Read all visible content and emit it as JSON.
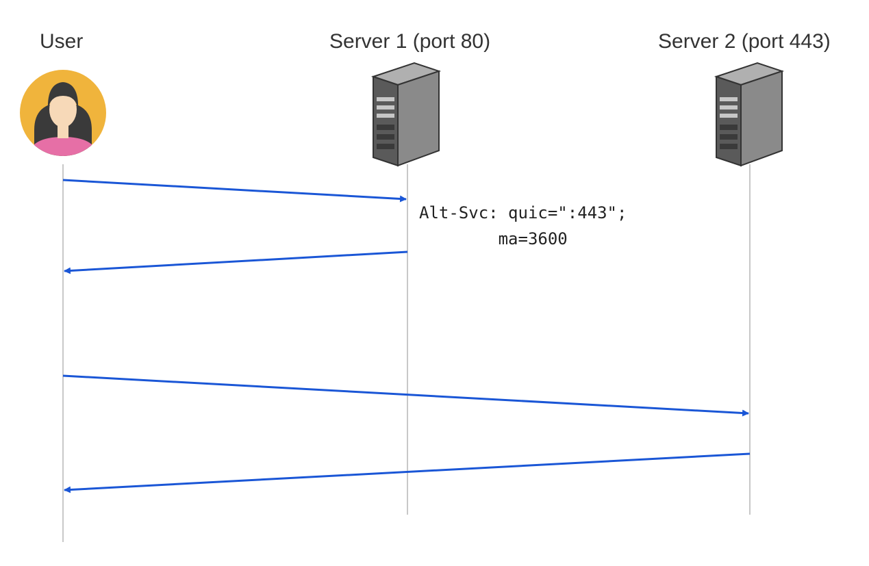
{
  "diagram": {
    "actors": [
      {
        "id": "user",
        "label": "User",
        "icon": "user-avatar-icon"
      },
      {
        "id": "server1",
        "label": "Server 1 (port 80)",
        "icon": "server-tower-icon"
      },
      {
        "id": "server2",
        "label": "Server 2 (port 443)",
        "icon": "server-tower-icon"
      }
    ],
    "messages": [
      {
        "from": "user",
        "to": "server1",
        "text": ""
      },
      {
        "from": "server1",
        "to": "user",
        "text": ""
      },
      {
        "from": "user",
        "to": "server2",
        "text": ""
      },
      {
        "from": "server2",
        "to": "user",
        "text": ""
      }
    ],
    "annotation": {
      "line1": "Alt-Svc: quic=\":443\";",
      "line2": "        ma=3600"
    },
    "colors": {
      "arrow": "#1a56d6",
      "lifeline": "#c8c8c8",
      "avatar_bg": "#f0b43c",
      "avatar_shirt": "#e66fa6",
      "avatar_skin": "#f7d9b8",
      "avatar_hair": "#3a3a3a",
      "server_body": "#8a8a8a",
      "server_dark": "#4a4a4a"
    }
  }
}
